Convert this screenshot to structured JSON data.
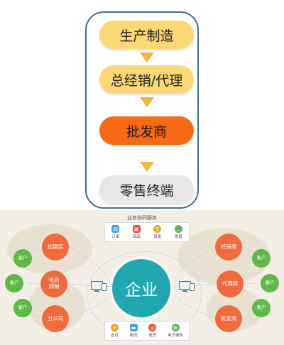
{
  "flow": {
    "steps": [
      "生产制造",
      "总经销/代理",
      "批发商",
      "零售终端"
    ]
  },
  "network": {
    "service_title": "业务协同服务",
    "top_services": [
      {
        "label": "订单",
        "icon": "document-icon",
        "color": "#4a9fd8"
      },
      {
        "label": "商品",
        "icon": "shopping-bag-icon",
        "color": "#e8543a"
      },
      {
        "label": "资金",
        "icon": "coin-icon",
        "color": "#f1a323"
      },
      {
        "label": "信息",
        "icon": "chat-icon",
        "color": "#5cb85c"
      }
    ],
    "bottom_services": [
      {
        "label": "支付",
        "icon": "yen-icon",
        "color": "#f1a323"
      },
      {
        "label": "物流",
        "icon": "truck-icon",
        "color": "#4a9fd8"
      },
      {
        "label": "信贷",
        "icon": "credit-icon",
        "color": "#e8543a"
      },
      {
        "label": "电子商务",
        "icon": "globe-icon",
        "color": "#5cb85c"
      }
    ],
    "hub": "企业",
    "left_nodes": [
      "加盟店",
      "电商\n网销",
      "分公司"
    ],
    "right_nodes": [
      "经销商",
      "代理商",
      "批发商"
    ],
    "customer_label": "客户",
    "colors": {
      "hub": "#21a7b0",
      "channel": "#ef6a3d",
      "customer": "#61b84a"
    }
  }
}
